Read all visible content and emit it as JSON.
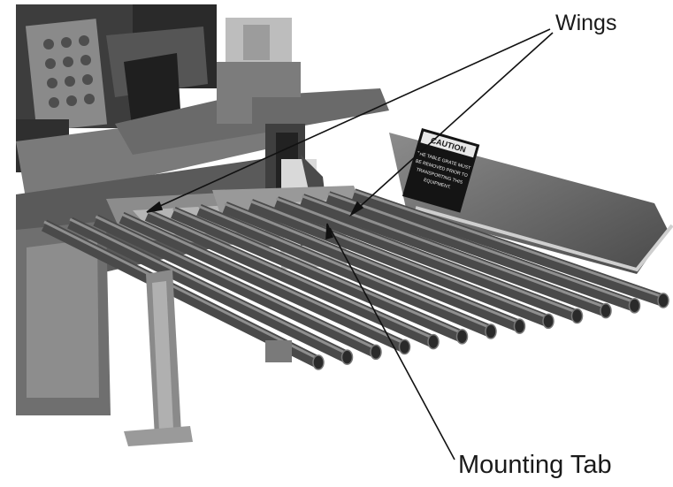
{
  "labels": {
    "wings": "Wings",
    "mounting_tab": "Mounting Tab"
  },
  "caution_decal": {
    "heading": "CAUTION",
    "lines": [
      "THE TABLE GRATE MUST",
      "BE REMOVED PRIOR TO",
      "TRANSPORTING THIS",
      "EQUIPMENT."
    ]
  },
  "colors": {
    "background": "#ffffff",
    "steel_dark": "#3a3a3a",
    "steel_mid": "#6e6e6e",
    "steel_light": "#a8a8a8",
    "leader_line": "#111111"
  }
}
